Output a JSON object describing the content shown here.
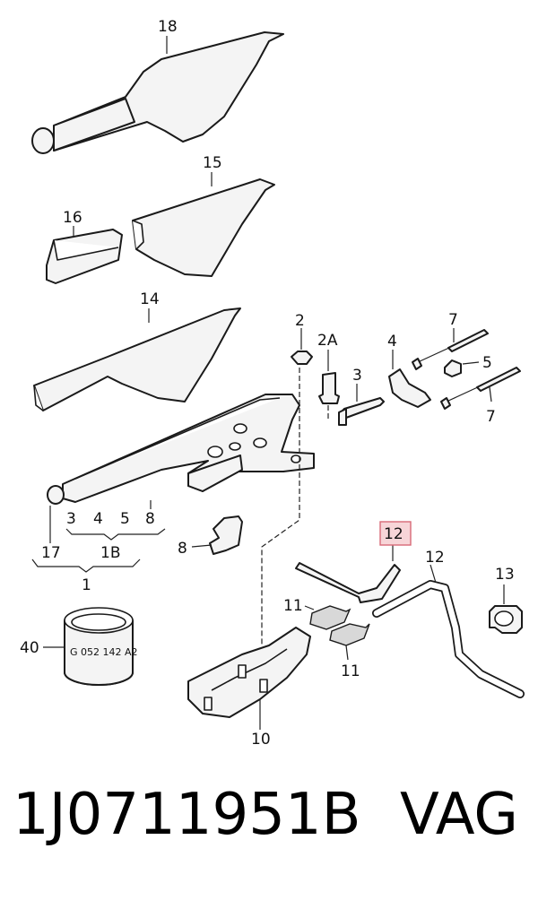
{
  "callouts": {
    "c18": "18",
    "c15": "15",
    "c16": "16",
    "c14": "14",
    "c2": "2",
    "c2a": "2A",
    "c3": "3",
    "c4": "4",
    "c5": "5",
    "c7a": "7",
    "c7b": "7",
    "g3": "3",
    "g4": "4",
    "g5": "5",
    "g8": "8",
    "c17": "17",
    "c1b": "1B",
    "c1": "1",
    "c8": "8",
    "c12_highlight": "12",
    "c12": "12",
    "c13": "13",
    "c11a": "11",
    "c11b": "11",
    "c40": "40",
    "c10": "10"
  },
  "sleeve_print": "G  052  142  A2",
  "highlight_color": "#f7d5d8",
  "footer": {
    "part_number": "1J0711951B",
    "brand": "VAG"
  }
}
